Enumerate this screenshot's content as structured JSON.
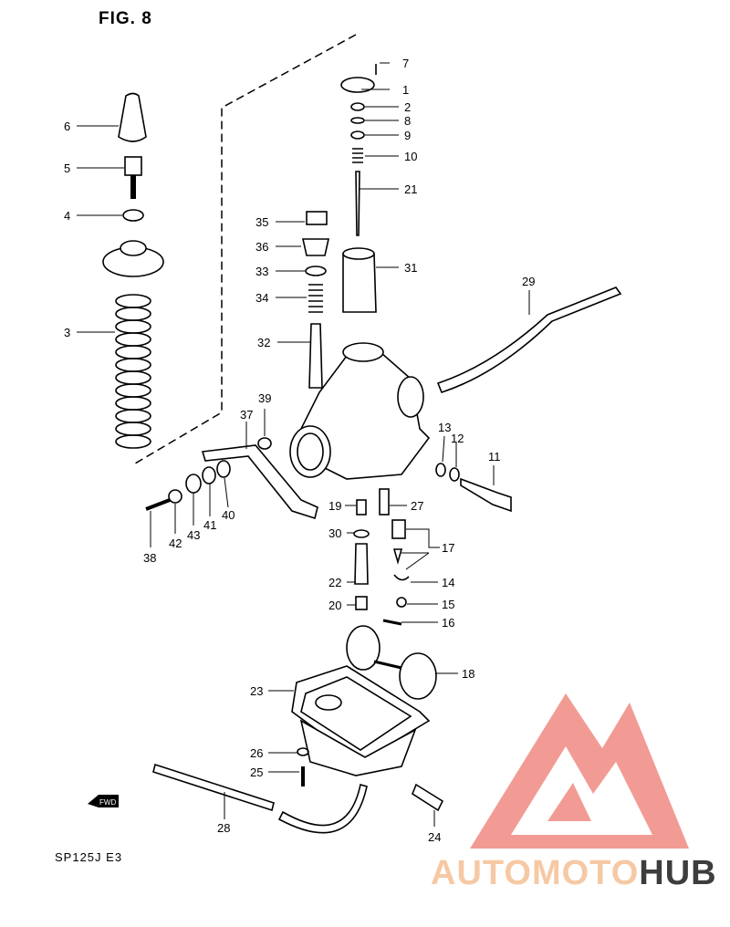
{
  "figure": {
    "title": "FIG. 8",
    "model_code": "SP125J E3",
    "fwd_badge": "FWD"
  },
  "watermark": {
    "part1": "AUTOMOTO",
    "part2": "HUB",
    "colors": {
      "logo": "#f08a83",
      "text1": "#f6c9a4",
      "text2": "#3d3d3d"
    }
  },
  "callouts": [
    {
      "id": "c1",
      "text": "1"
    },
    {
      "id": "c2",
      "text": "2"
    },
    {
      "id": "c3",
      "text": "3"
    },
    {
      "id": "c4",
      "text": "4"
    },
    {
      "id": "c5",
      "text": "5"
    },
    {
      "id": "c6",
      "text": "6"
    },
    {
      "id": "c7",
      "text": "7"
    },
    {
      "id": "c8",
      "text": "8"
    },
    {
      "id": "c9",
      "text": "9"
    },
    {
      "id": "c10",
      "text": "10"
    },
    {
      "id": "c11",
      "text": "11"
    },
    {
      "id": "c12",
      "text": "12"
    },
    {
      "id": "c13",
      "text": "13"
    },
    {
      "id": "c14",
      "text": "14"
    },
    {
      "id": "c15",
      "text": "15"
    },
    {
      "id": "c16",
      "text": "16"
    },
    {
      "id": "c17",
      "text": "17"
    },
    {
      "id": "c18",
      "text": "18"
    },
    {
      "id": "c19",
      "text": "19"
    },
    {
      "id": "c20",
      "text": "20"
    },
    {
      "id": "c21",
      "text": "21"
    },
    {
      "id": "c22",
      "text": "22"
    },
    {
      "id": "c23",
      "text": "23"
    },
    {
      "id": "c24",
      "text": "24"
    },
    {
      "id": "c25",
      "text": "25"
    },
    {
      "id": "c26",
      "text": "26"
    },
    {
      "id": "c27",
      "text": "27"
    },
    {
      "id": "c28",
      "text": "28"
    },
    {
      "id": "c29",
      "text": "29"
    },
    {
      "id": "c30",
      "text": "30"
    },
    {
      "id": "c31",
      "text": "31"
    },
    {
      "id": "c32",
      "text": "32"
    },
    {
      "id": "c33",
      "text": "33"
    },
    {
      "id": "c34",
      "text": "34"
    },
    {
      "id": "c35",
      "text": "35"
    },
    {
      "id": "c36",
      "text": "36"
    },
    {
      "id": "c37",
      "text": "37"
    },
    {
      "id": "c38",
      "text": "38"
    },
    {
      "id": "c39",
      "text": "39"
    },
    {
      "id": "c40",
      "text": "40"
    },
    {
      "id": "c41",
      "text": "41"
    },
    {
      "id": "c42",
      "text": "42"
    },
    {
      "id": "c43",
      "text": "43"
    }
  ]
}
